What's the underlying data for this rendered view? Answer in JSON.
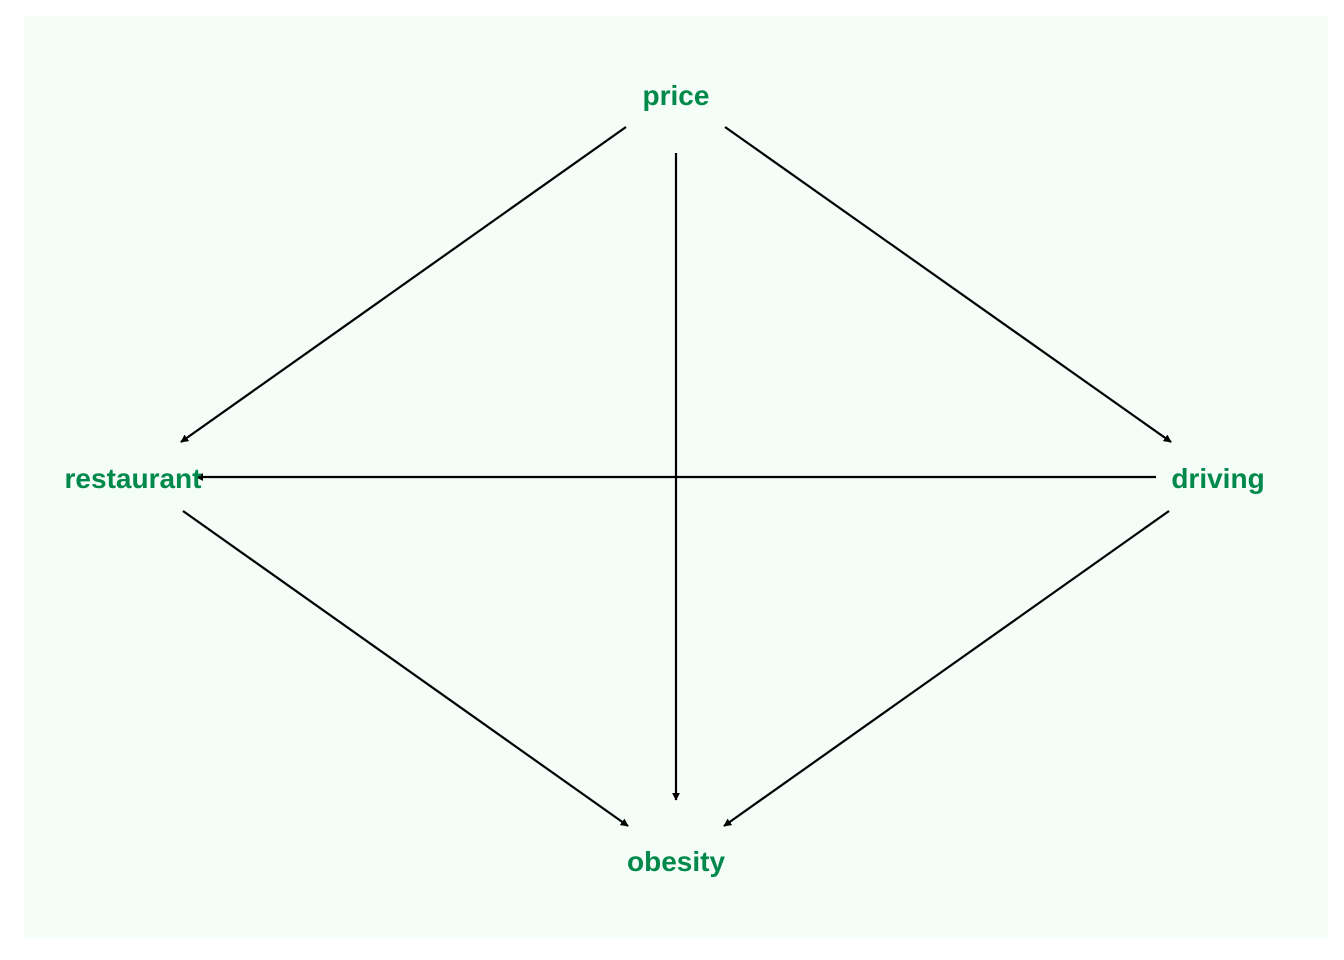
{
  "colors": {
    "background": "#f4fdf8",
    "node_text": "#00894a",
    "edge": "#000000"
  },
  "nodes": {
    "price": "price",
    "restaurant": "restaurant",
    "driving": "driving",
    "obesity": "obesity"
  },
  "edges": [
    {
      "from": "price",
      "to": "restaurant"
    },
    {
      "from": "price",
      "to": "driving"
    },
    {
      "from": "price",
      "to": "obesity"
    },
    {
      "from": "driving",
      "to": "restaurant"
    },
    {
      "from": "restaurant",
      "to": "obesity"
    },
    {
      "from": "driving",
      "to": "obesity"
    }
  ]
}
